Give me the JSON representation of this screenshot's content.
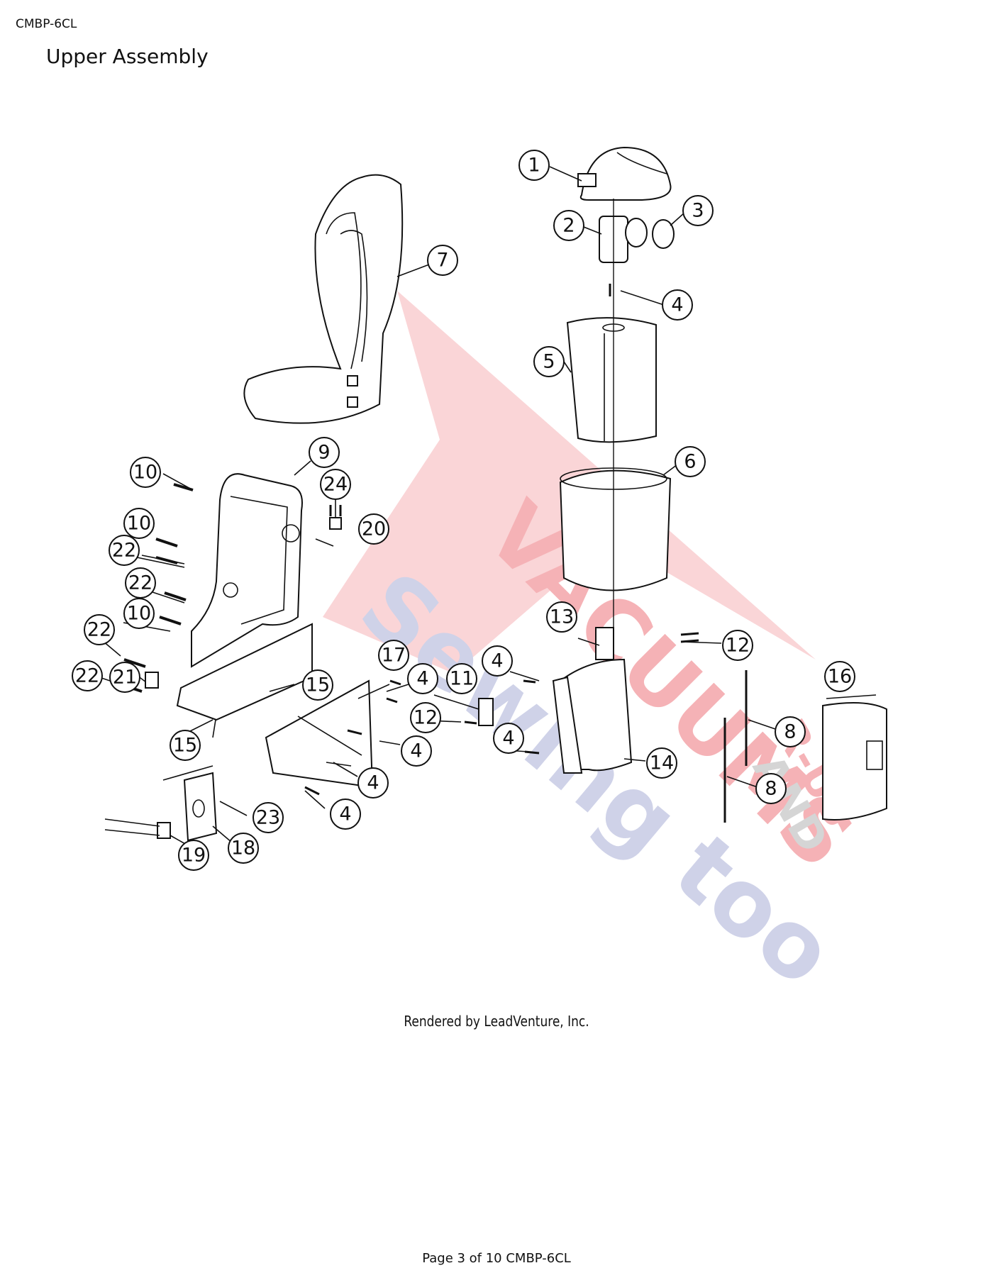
{
  "header": {
    "doc_code": "CMBP-6CL",
    "title": "Upper Assembly"
  },
  "watermark": {
    "line1": "VACUUMS",
    "line2": "R-US",
    "line3": "AND",
    "line4": "Sewing too",
    "color_red": "#e8404a",
    "color_blue": "#8890c8",
    "color_gray": "#999999"
  },
  "callouts": [
    "1",
    "2",
    "3",
    "4",
    "4",
    "5",
    "6",
    "7",
    "9",
    "24",
    "20",
    "10",
    "10",
    "22",
    "22",
    "10",
    "22",
    "22",
    "21",
    "15",
    "15",
    "17",
    "4",
    "11",
    "12",
    "4",
    "4",
    "4",
    "4",
    "13",
    "12",
    "14",
    "8",
    "8",
    "16",
    "23",
    "18",
    "19"
  ],
  "credit": "Rendered by LeadVenture, Inc.",
  "footer": "Page 3 of 10 CMBP-6CL"
}
